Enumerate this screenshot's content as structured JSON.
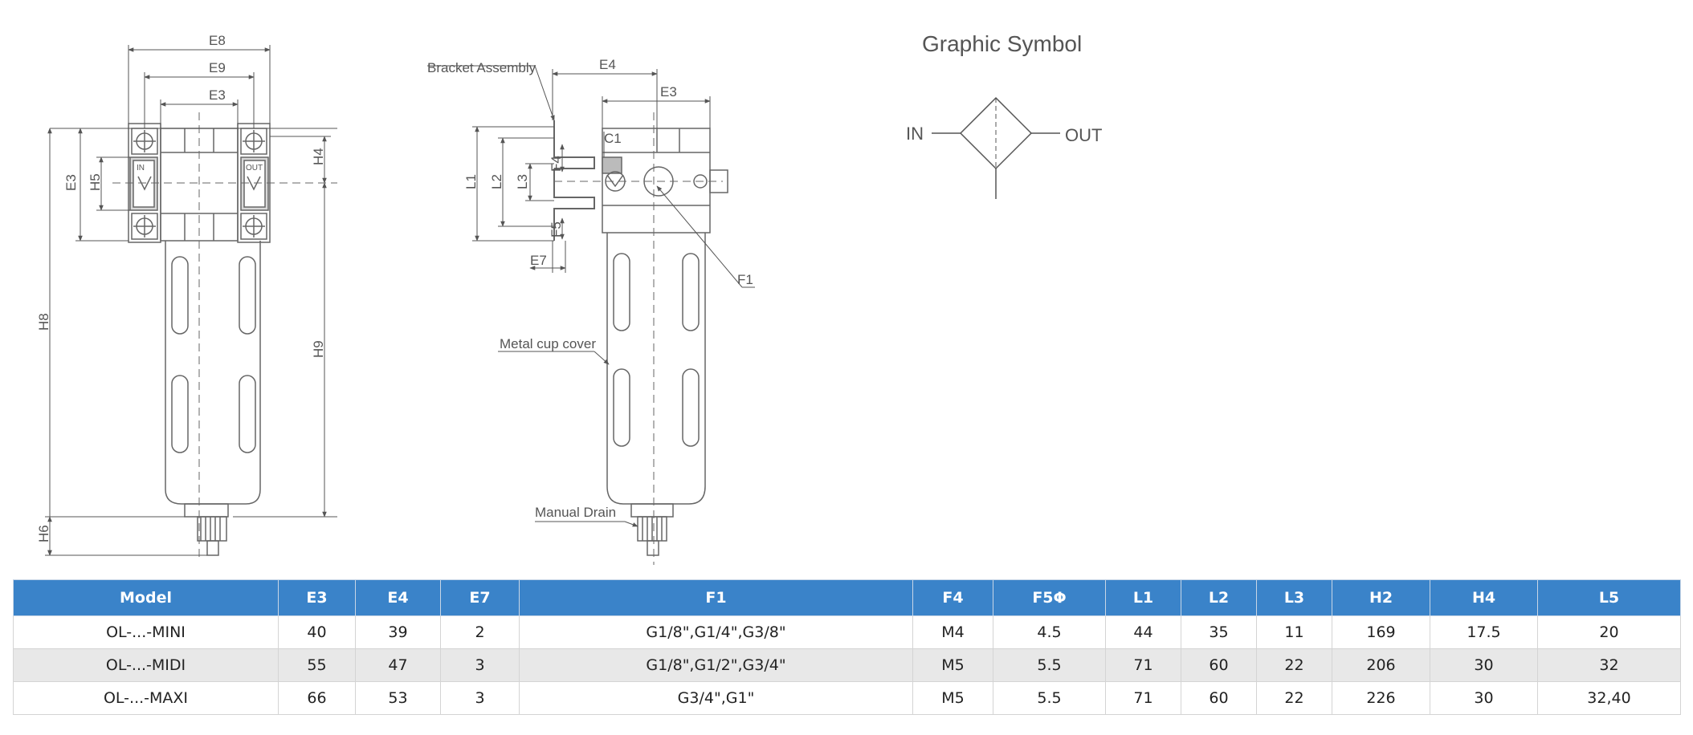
{
  "labels": {
    "graphic_symbol_title": "Graphic Symbol",
    "symbol_in": "IN",
    "symbol_out": "OUT",
    "bracket_assembly": "Bracket Assembly",
    "metal_cup_cover": "Metal cup cover",
    "manual_drain": "Manual Drain",
    "port_in": "IN",
    "port_out": "OUT"
  },
  "dimensions": {
    "E8": "E8",
    "E9": "E9",
    "E3": "E3",
    "E4": "E4",
    "E7": "E7",
    "H4": "H4",
    "H5": "H5",
    "H6": "H6",
    "H8": "H8",
    "H9": "H9",
    "L1": "L1",
    "L2": "L2",
    "L3": "L3",
    "F1": "F1",
    "F4": "F4",
    "F5": "F5",
    "C1": "C1"
  },
  "table": {
    "headers": [
      "Model",
      "E3",
      "E4",
      "E7",
      "F1",
      "F4",
      "F5Φ",
      "L1",
      "L2",
      "L3",
      "H2",
      "H4",
      "L5"
    ],
    "rows": [
      [
        "OL-...-MINI",
        "40",
        "39",
        "2",
        "G1/8\",G1/4\",G3/8\"",
        "M4",
        "4.5",
        "44",
        "35",
        "11",
        "169",
        "17.5",
        "20"
      ],
      [
        "OL-...-MIDI",
        "55",
        "47",
        "3",
        "G1/8\",G1/2\",G3/4\"",
        "M5",
        "5.5",
        "71",
        "60",
        "22",
        "206",
        "30",
        "32"
      ],
      [
        "OL-...-MAXI",
        "66",
        "53",
        "3",
        "G3/4\",G1\"",
        "M5",
        "5.5",
        "71",
        "60",
        "22",
        "226",
        "30",
        "32,40"
      ]
    ]
  }
}
